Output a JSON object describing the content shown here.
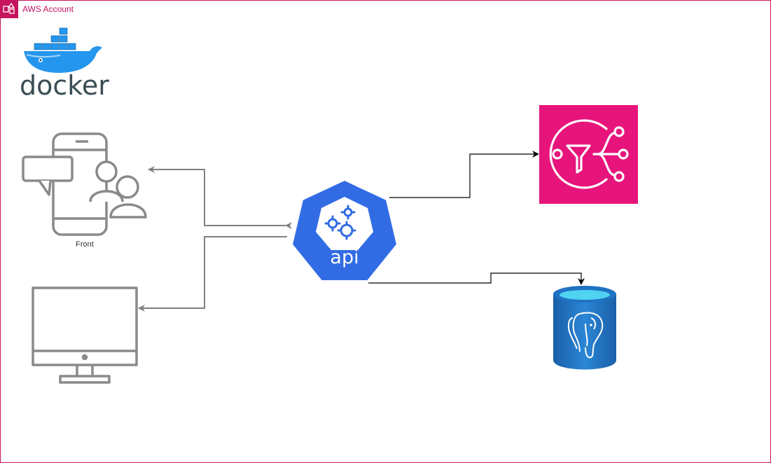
{
  "container": {
    "label": "AWS Account",
    "accent_color": "#c7145f"
  },
  "docker": {
    "wordmark": "docker",
    "icon": "docker-whale-icon",
    "color": "#2496ed"
  },
  "front": {
    "label": "Front",
    "icon": "mobile-users-icon"
  },
  "desktop": {
    "icon": "desktop-monitor-icon"
  },
  "api": {
    "label": "api",
    "icon": "kubernetes-api-icon",
    "color": "#326ce5"
  },
  "sns": {
    "icon": "sns-filter-icon",
    "color": "#e7157b"
  },
  "database": {
    "icon": "postgresql-database-icon",
    "color": "#1f72c4"
  }
}
